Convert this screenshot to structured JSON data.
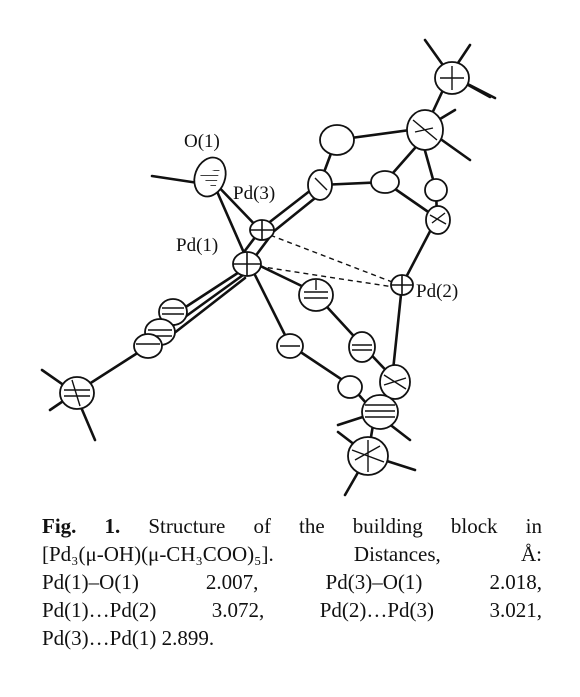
{
  "atom_labels": {
    "o1": "O(1)",
    "pd1": "Pd(1)",
    "pd2": "Pd(2)",
    "pd3": "Pd(3)"
  },
  "caption": {
    "fig_label": "Fig. 1.",
    "line1_text": " Structure of the building block in",
    "line2_formula": "[Pd₃(μ-OH)(μ-CH₃COO)₅].",
    "line2_text": "  Distances, Å:",
    "line3": "Pd(1)–O(1) 2.007, Pd(3)–O(1) 2.018,",
    "line4": "Pd(1)…Pd(2) 3.072, Pd(2)…Pd(3) 3.021,",
    "line5": "Pd(3)…Pd(1) 2.899."
  }
}
